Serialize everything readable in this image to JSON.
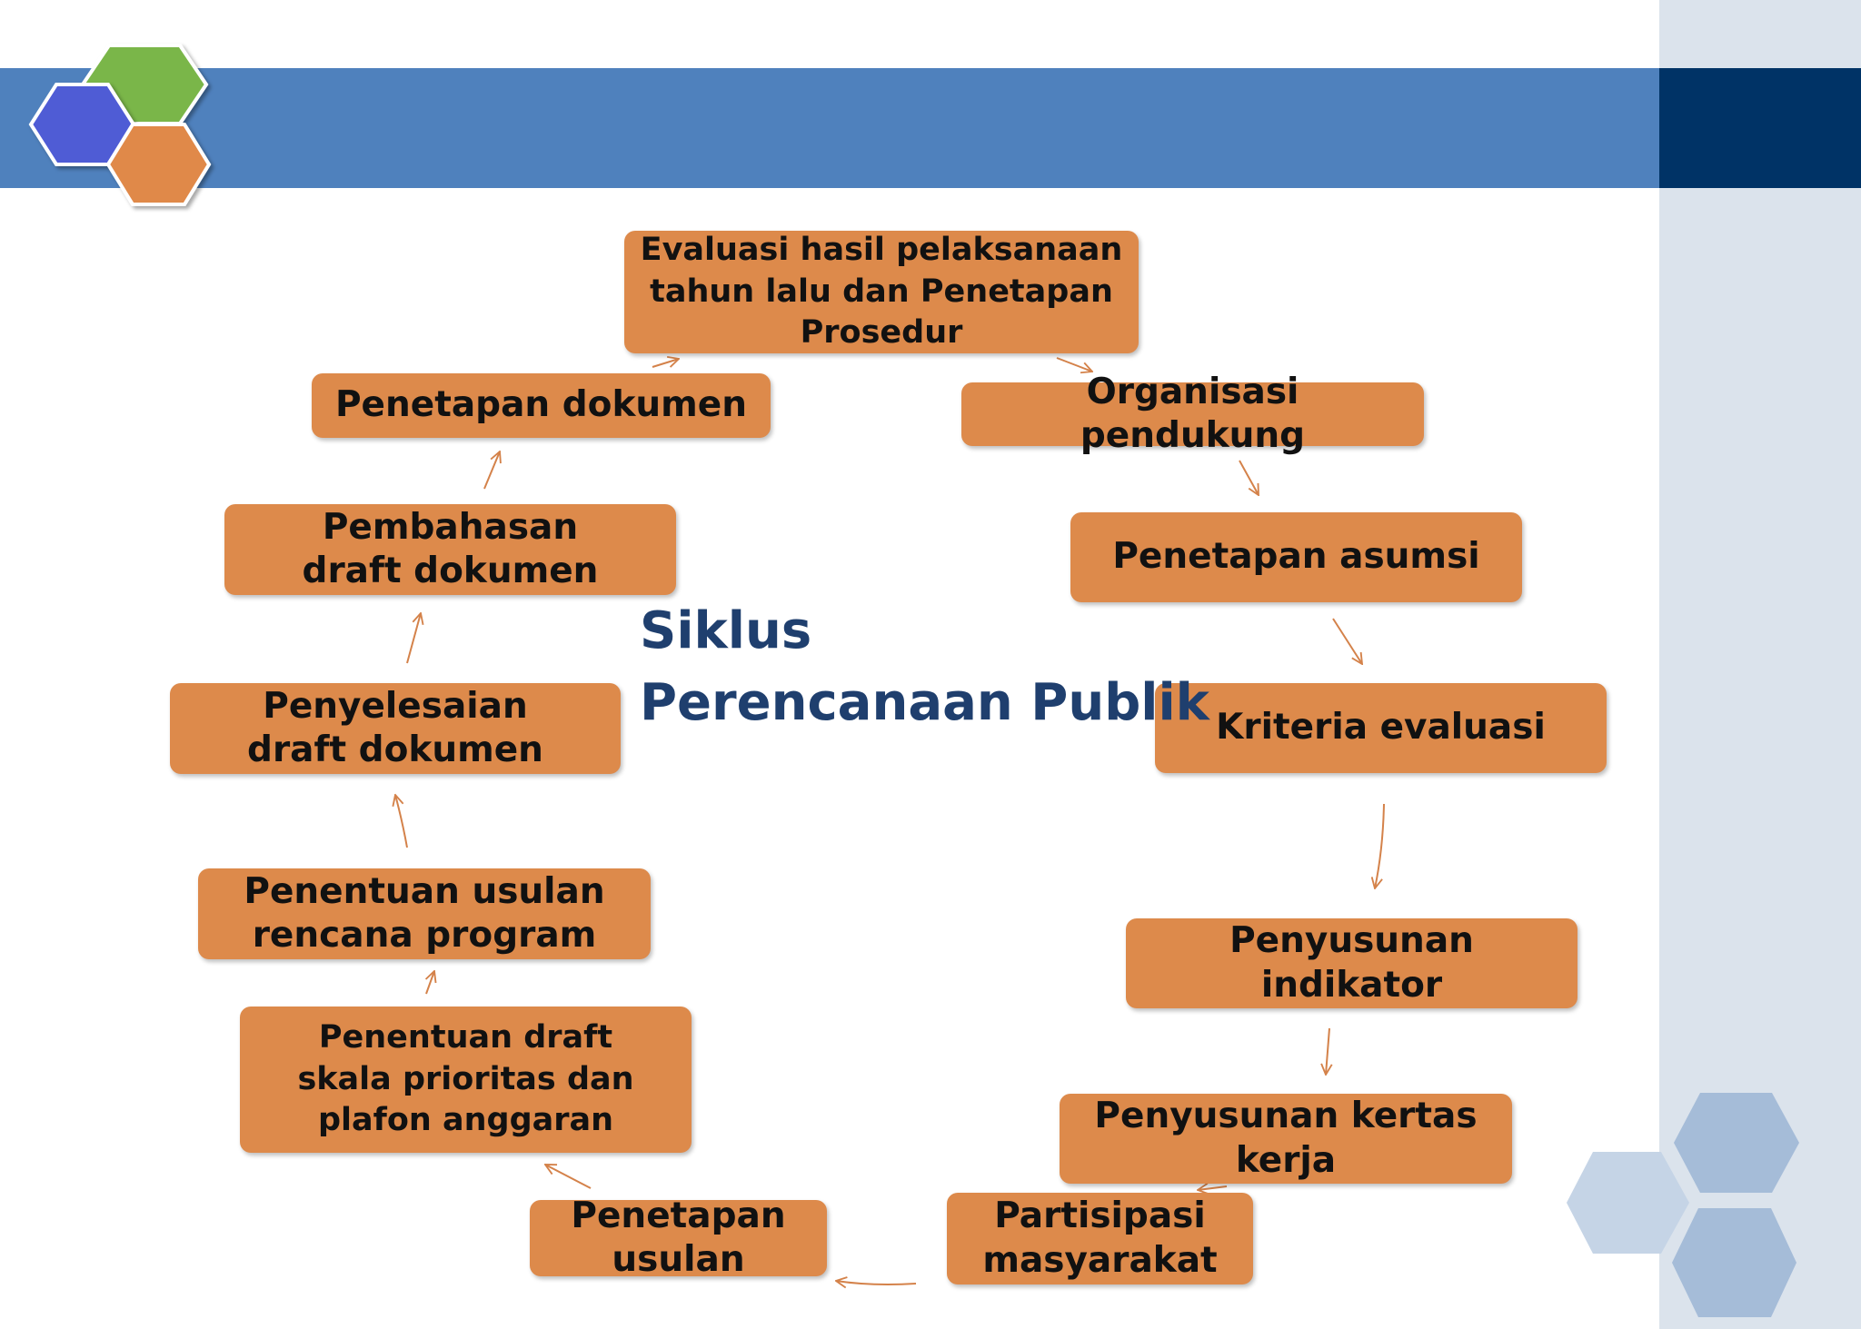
{
  "diagram": {
    "center_title": {
      "line1": "Siklus",
      "line2": "Perencanaan Publik"
    },
    "nodes": [
      {
        "id": "evaluasi",
        "label": "Evaluasi hasil pelaksanaan tahun lalu dan Penetapan Prosedur"
      },
      {
        "id": "organisasi",
        "label": "Organisasi pendukung"
      },
      {
        "id": "asumsi",
        "label": "Penetapan asumsi"
      },
      {
        "id": "kriteria",
        "label": "Kriteria evaluasi"
      },
      {
        "id": "indikator",
        "label": "Penyusunan indikator"
      },
      {
        "id": "kertas",
        "label": "Penyusunan kertas kerja"
      },
      {
        "id": "partisipasi",
        "label": "Partisipasi masyarakat"
      },
      {
        "id": "penetapan-usulan",
        "label": "Penetapan usulan"
      },
      {
        "id": "draft-skala",
        "label": "Penentuan draft skala prioritas dan plafon anggaran"
      },
      {
        "id": "usulan-program",
        "label": "Penentuan usulan rencana program"
      },
      {
        "id": "penyelesaian",
        "label": "Penyelesaian draft dokumen"
      },
      {
        "id": "pembahasan",
        "label": "Pembahasan draft dokumen"
      },
      {
        "id": "penetapan-dokumen",
        "label": "Penetapan dokumen"
      }
    ]
  },
  "colors": {
    "node_fill": "#dd8a4b",
    "arrow": "#d4824a",
    "title_text": "#1f3f6e",
    "header_band": "#4f81bd",
    "header_dark": "#003366",
    "side_panel": "#dbe3ec",
    "hex_blue": "#4f5bd5",
    "hex_green": "#7ab648",
    "hex_orange": "#e0894a",
    "hex_light": "#a9bfd8"
  }
}
